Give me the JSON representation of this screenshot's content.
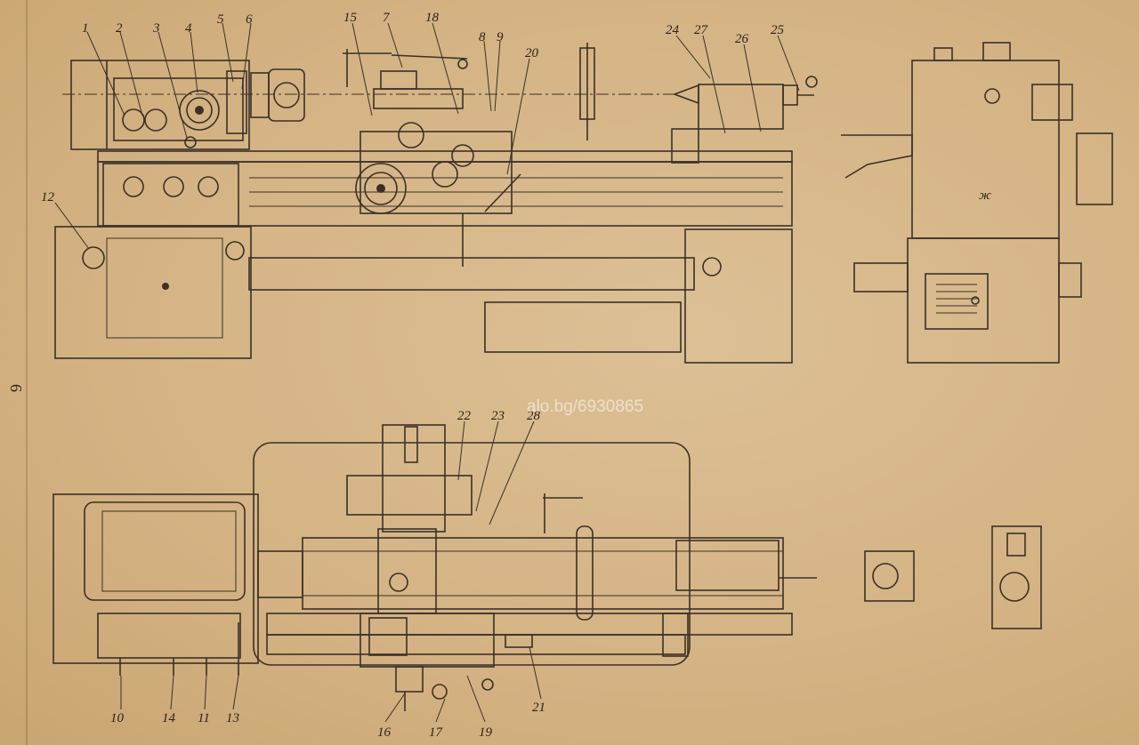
{
  "page_number": "6",
  "watermark": "alo.bg/6930865",
  "colors": {
    "paper": "#d8b98a",
    "ink": "#3a3028"
  },
  "callouts_top": [
    "1",
    "2",
    "3",
    "4",
    "5",
    "6",
    "15",
    "7",
    "18",
    "8",
    "9",
    "20",
    "24",
    "27",
    "26",
    "25",
    "12"
  ],
  "callouts_bottom": [
    "22",
    "23",
    "28",
    "10",
    "14",
    "11",
    "13",
    "16",
    "17",
    "19",
    "21"
  ],
  "side_view_mark": "ж"
}
